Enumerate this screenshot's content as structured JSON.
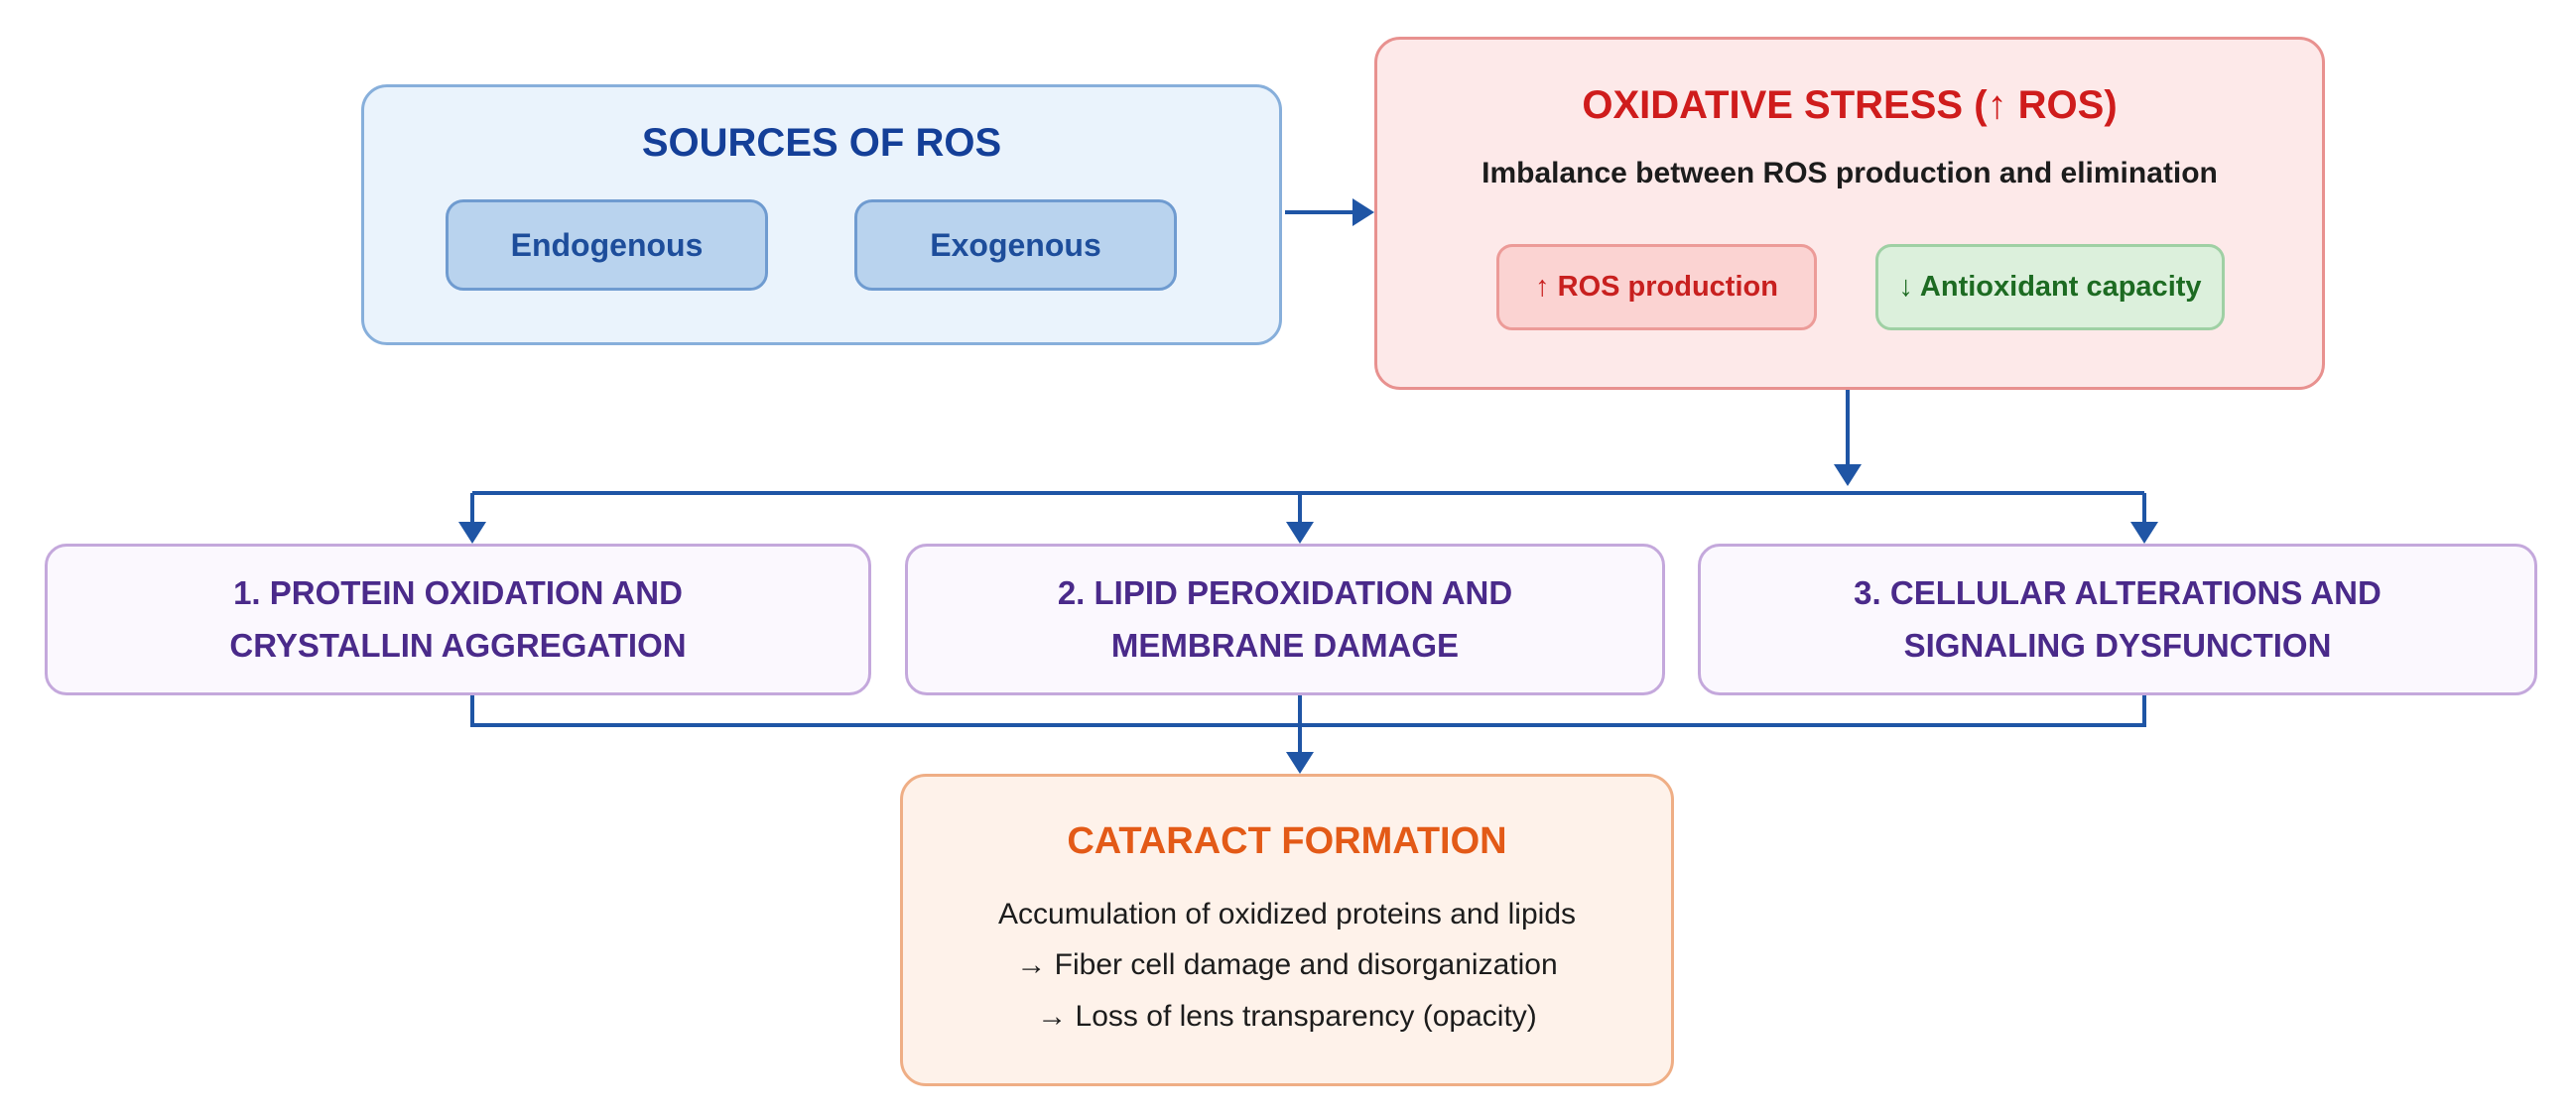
{
  "sources": {
    "title": "SOURCES OF ROS",
    "items": [
      "Endogenous",
      "Exogenous"
    ]
  },
  "oxidative_stress": {
    "title": "OXIDATIVE STRESS (↑ ROS)",
    "subtitle": "Imbalance between ROS production and elimination",
    "ros_production": "↑ ROS production",
    "antioxidant_capacity": "↓ Antioxidant capacity"
  },
  "mechanisms": [
    "1. PROTEIN OXIDATION AND\nCRYSTALLIN AGGREGATION",
    "2. LIPID PEROXIDATION AND\nMEMBRANE DAMAGE",
    "3. CELLULAR ALTERATIONS AND\nSIGNALING DYSFUNCTION"
  ],
  "cataract": {
    "title": "CATARACT FORMATION",
    "lines": [
      "Accumulation of oxidized proteins and lipids",
      "→ Fiber cell damage and disorganization",
      "→ Loss of lens transparency (opacity)"
    ]
  },
  "colors": {
    "connector": "#1f55a5"
  }
}
